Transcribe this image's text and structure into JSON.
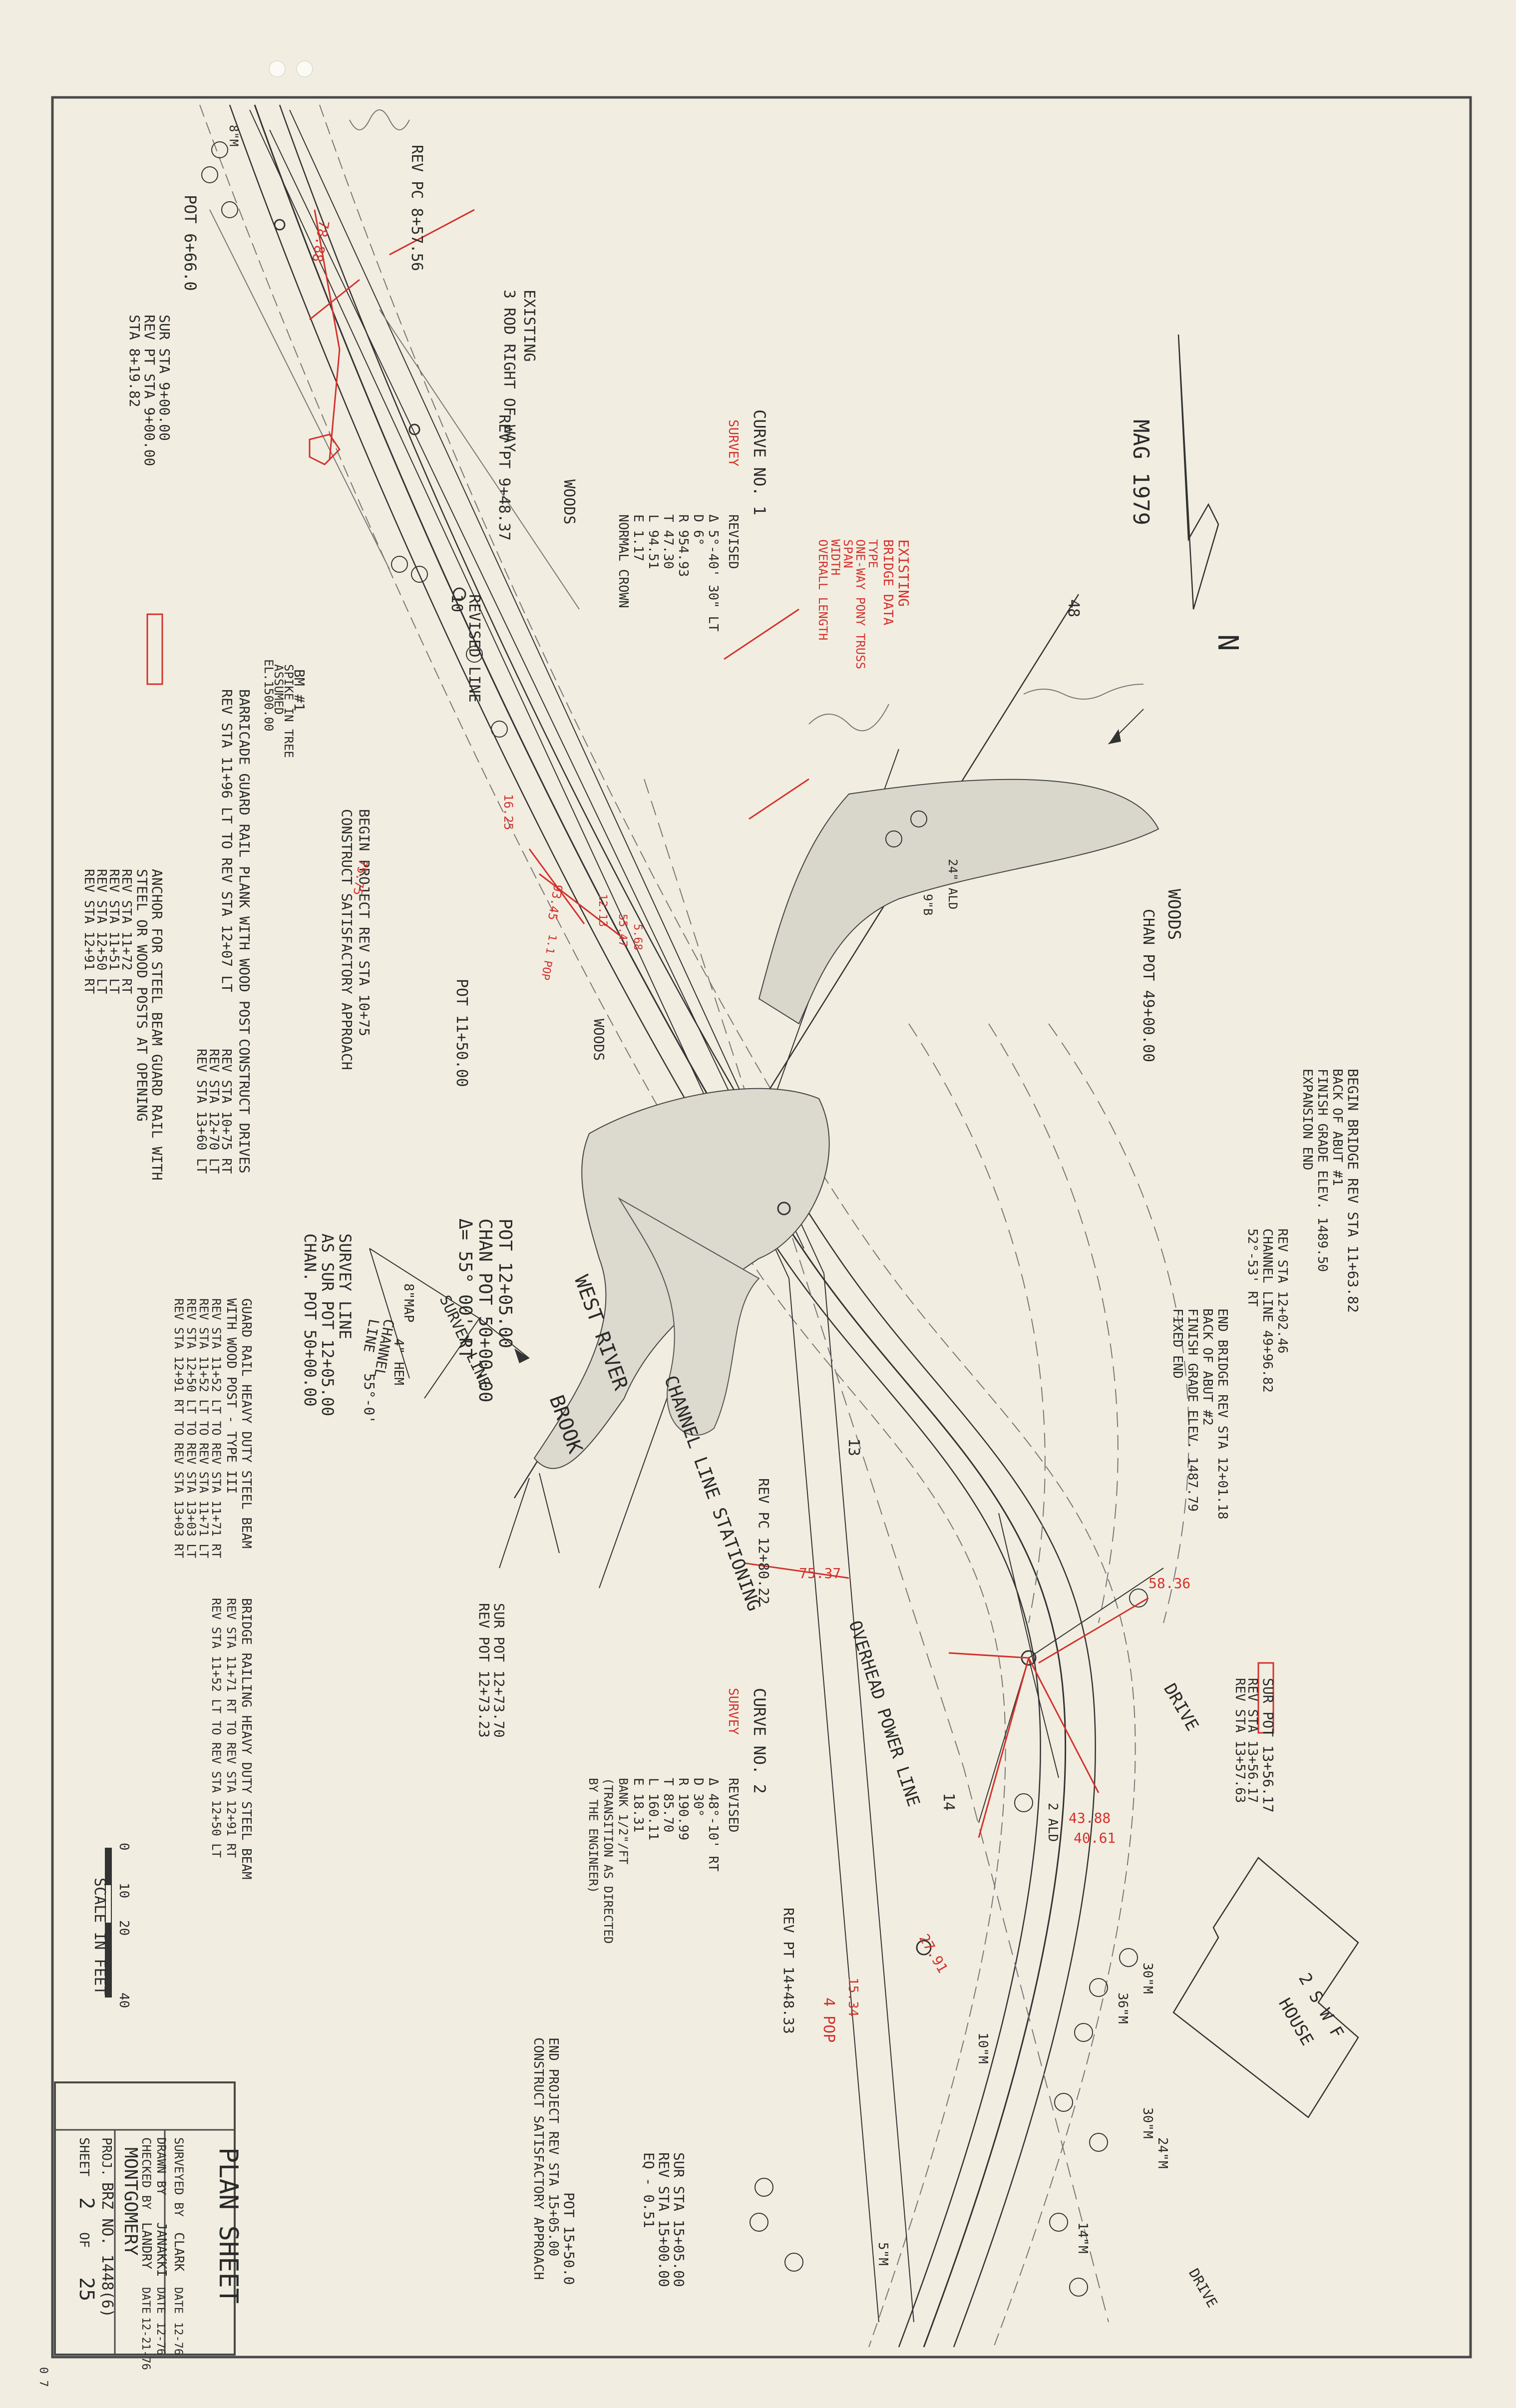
{
  "sheet": {
    "title": "PLAN SHEET",
    "surveyed_by_label": "SURVEYED BY",
    "surveyed_by": "CLARK",
    "drawn_by_label": "DRAWN BY",
    "drawn_by": "JANAKKI",
    "checked_by_label": "CHECKED BY",
    "checked_by": "LANDRY",
    "date_label": "DATE",
    "date1": "12-76",
    "date2": "12-76",
    "date3": "12-21-76",
    "county": "MONTGOMERY",
    "proj_label": "PROJ.",
    "proj": "BRZ NO. 1448(6)",
    "sheet_label": "SHEET",
    "sheet_no": "2",
    "of_label": "OF",
    "sheet_total": "25",
    "corner_mark": "0 7"
  },
  "north_arrow": {
    "label": "MAG 1979",
    "n": "N"
  },
  "scale": {
    "ticks": [
      "0",
      "10",
      "20",
      "40"
    ],
    "label": "SCALE IN FEET"
  },
  "labels": {
    "rev_pc": "REV PC 8+57.56",
    "existing_row": "EXISTING",
    "row_line": "3 ROD RIGHT OF WAY",
    "rev_pt": "REV PT 9+48.37",
    "pot_left": "POT 6+66.0",
    "sur_sta": "SUR STA 9+00.00",
    "rev_pt_sta": "REV PT STA 9+00.00",
    "sta_9": "STA 8+19.82",
    "woods1": "WOODS",
    "woods2": "WOODS",
    "woods3": "WOODS",
    "revised_line": "REVISED LINE",
    "bm": "BM #1",
    "bm2": "SPIKE IN TREE",
    "bm3": "ASSUMED",
    "bm4": "EL.1500.00",
    "barricade": "BARRICADE GUARD RAIL PLANK WITH WOOD POST",
    "barricade2": "REV STA 11+96 LT TO REV STA 12+07 LT",
    "begin_project": "BEGIN PROJECT REV STA 10+75",
    "construct_approach": "CONSTRUCT SATISFACTORY APPROACH",
    "anchor": "ANCHOR FOR STEEL BEAM GUARD RAIL WITH",
    "anchor2": "STEEL OR WOOD POSTS AT OPENING",
    "anchor3": "REV STA 11+72 RT",
    "anchor4": "REV STA 11+51 LT",
    "anchor5": "REV STA 12+50 LT",
    "anchor6": "REV STA 12+91 RT",
    "construct_drives": "CONSTRUCT DRIVES",
    "drive1": "REV STA 10+75 RT",
    "drive2": "REV STA 12+70 LT",
    "drive3": "REV STA 13+60 LT",
    "pot_11": "POT 11+50.00",
    "chan_pot": "CHAN POT 49+00.00",
    "begin_bridge": "BEGIN BRIDGE REV STA 11+63.82",
    "begin_bridge2": "BACK OF ABUT #1",
    "begin_bridge3": "FINISH GRADE ELEV. 1489.50",
    "begin_bridge4": "EXPANSION END",
    "channel_line": "REV STA 12+02.46",
    "channel_line2": "CHANNEL LINE 49+96.82",
    "channel_line3": "52°-53' RT",
    "end_bridge": "END BRIDGE REV STA 12+01.18",
    "end_bridge2": "BACK OF ABUT #2",
    "end_bridge3": "FINISH GRADE ELEV. 1487.79",
    "end_bridge4": "FIXED END",
    "pot_12": "POT 12+05.00",
    "chan_pot2": "CHAN POT 50+00.00",
    "delta": "Δ= 55° 00' RT",
    "survey_line": "SURVEY LINE",
    "channel": "CHANNEL",
    "line": "LINE",
    "angle": "55°-0'",
    "map": "8\"MAP",
    "hem": "4\" HEM",
    "sur_pot": "SURVEY LINE",
    "sur_pot2": "AS SUR POT 12+05.00",
    "sur_pot3": "CHAN. POT 50+00.00",
    "guard_rail": "GUARD RAIL HEAVY DUTY STEEL BEAM",
    "guard_rail2": "WITH WOOD POST - TYPE III",
    "guard_rail3": "REV STA 11+52 LT TO REV STA 11+71 RT",
    "guard_rail4": "REV STA 11+52 LT TO REV STA 11+71 LT",
    "guard_rail5": "REV STA 12+50 LT TO REV STA 13+03 LT",
    "guard_rail6": "REV STA 12+91 RT TO REV STA 13+03 RT",
    "west_river": "WEST RIVER",
    "brook": "BROOK",
    "channel_stationing": "CHANNEL LINE STATIONING",
    "rev_pc2": "REV PC 12+80.22",
    "bridge_railing": "BRIDGE RAILING HEAVY DUTY STEEL BEAM",
    "bridge_railing2": "REV STA 11+71 RT TO REV STA 12+91 RT",
    "bridge_railing3": "REV STA 11+52 LT TO REV STA 12+50 LT",
    "sur_pot_12": "SUR POT 12+73.70",
    "rev_pot_12": "REV POT 12+73.23",
    "overhead_power": "OVERHEAD POWER LINE",
    "drive": "DRIVE",
    "drive2w": "DRIVE",
    "sur_pot_13": "SUR POT 13+56.17",
    "rev_sta_13": "REV STA 13+56.17",
    "rev_sta_13b": "REV STA 13+57.63",
    "rev_pt_14": "REV PT 14+48.33",
    "end_project": "END PROJECT REV STA 15+05.00",
    "end_project2": "CONSTRUCT SATISFACTORY APPROACH",
    "sur_sta_15": "SUR STA 15+05.00",
    "rev_sta_15": "REV STA 15+00.00",
    "eq": "EQ - 0.51",
    "pot_15": "POT 15+50.0",
    "house": "2 S W F",
    "house2": "HOUSE",
    "sta_10": "10",
    "sta_13": "13",
    "sta_14": "14",
    "sta_48": "48",
    "tree1": "8\"M",
    "tree2": "30\"M",
    "tree3": "24\"M",
    "tree4": "30\"M",
    "tree5": "36\"M",
    "tree6": "14\"M",
    "tree7": "5\"M",
    "tree8": "10\"M",
    "tree9": "2 ALD",
    "tree10": "9\"B",
    "tree11": "24\" ALD"
  },
  "curve1": {
    "title": "CURVE NO. 1",
    "survey": "SURVEY",
    "revised": "REVISED",
    "rows": [
      "Δ 5°-40' 30\" LT",
      "D 6°",
      "R 954.93",
      "T 47.30",
      "L 94.51",
      "E 1.17",
      "NORMAL CROWN"
    ]
  },
  "curve2": {
    "title": "CURVE NO. 2",
    "survey": "SURVEY",
    "revised": "REVISED",
    "rows": [
      "Δ 48°-10' RT",
      "D 30°",
      "R 190.99",
      "T 85.70",
      "L 160.11",
      "E 18.31",
      "BANK 1/2\"/FT",
      "(TRANSITION AS DIRECTED",
      "BY THE ENGINEER)"
    ]
  },
  "existing_bridge": {
    "title": "EXISTING",
    "sub": "BRIDGE DATA",
    "rows": [
      "TYPE",
      "ONE-WAY PONY TRUSS",
      "SPAN",
      "WIDTH",
      "OVERALL LENGTH"
    ]
  },
  "red_notes": [
    "78.88",
    "75.37",
    "58.36",
    "43.88",
    "40.61",
    "27.91",
    "75.75",
    "4 POP",
    "93.45",
    "15.34",
    "1.1 POP",
    "16.25",
    "12.13",
    "55.47",
    "5.68"
  ],
  "colors": {
    "paper": "#f1eee1",
    "ink": "#333333",
    "redline": "#d6302c",
    "border": "#4a4a4a"
  }
}
